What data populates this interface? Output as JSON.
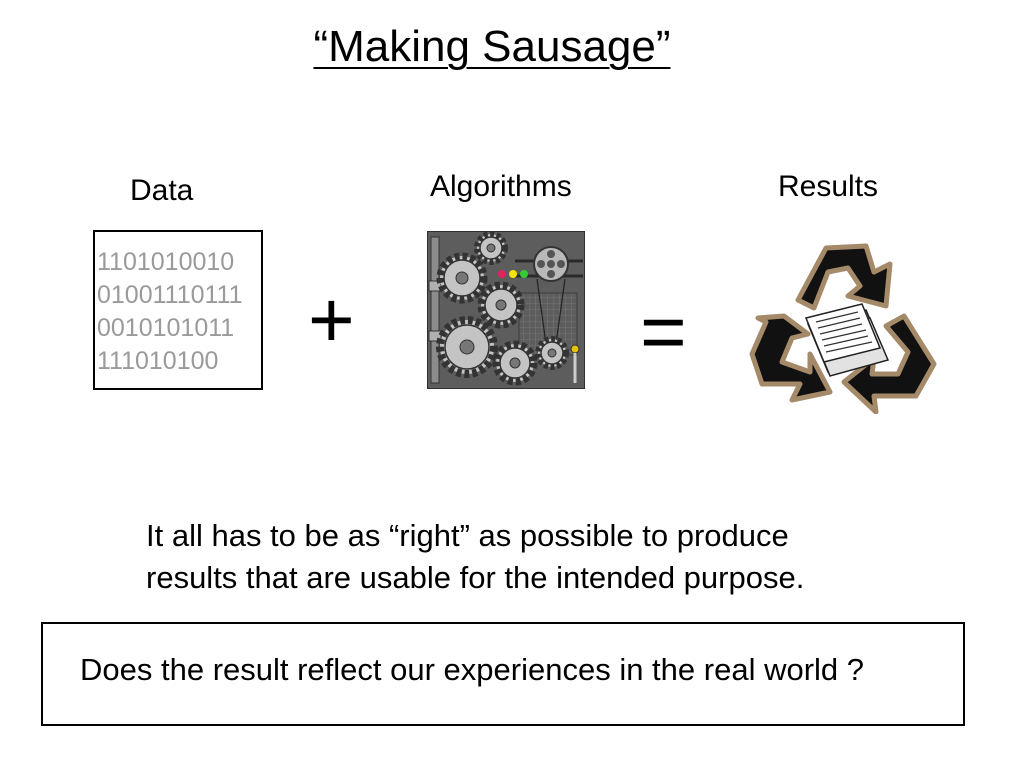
{
  "slide": {
    "title": "“Making Sausage”",
    "columns": {
      "data_label": "Data",
      "algorithms_label": "Algorithms",
      "results_label": "Results"
    },
    "binary_lines": [
      "1101010010",
      "01001110111",
      "0010101011",
      "111010100"
    ],
    "plus_symbol": "+",
    "equals_symbol": "=",
    "caption_line1": "It all has to be as “right” as possible to produce",
    "caption_line2": "results that are usable for the intended purpose.",
    "question": "Does the result reflect our experiences in the real world ?"
  },
  "icons": {
    "algorithms": "gears-machine-icon",
    "results": "recycle-newspaper-icon"
  }
}
